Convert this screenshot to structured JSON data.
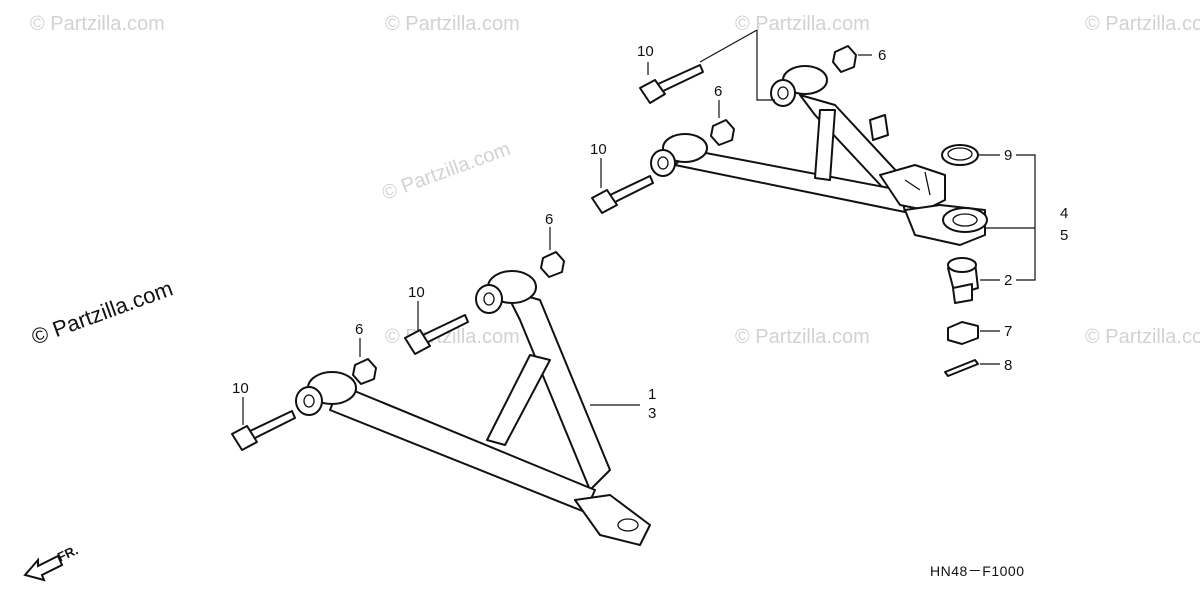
{
  "watermarks": [
    "© Partzilla.com",
    "© Partzilla.com",
    "© Partzilla.com",
    "© Partzilla.com",
    "© Partzilla.com",
    "© Partzilla.com",
    "© Partzilla.com",
    "© Partzilla.com"
  ],
  "main_watermark": "© Partzilla.com",
  "callouts": {
    "bolt_upper_rear": "10",
    "nut_upper_rear": "6",
    "nut_upper_front": "6",
    "bolt_upper_front": "10",
    "bolt_lower_rear": "10",
    "nut_lower_rear": "6",
    "nut_lower_front": "6",
    "bolt_lower_front": "10",
    "lower_arm_a": "1",
    "lower_arm_b": "3",
    "circlip": "9",
    "upper_arm_a": "4",
    "upper_arm_b": "5",
    "ball_joint": "2",
    "castle_nut": "7",
    "cotter_pin": "8"
  },
  "direction_label": "FR.",
  "diagram_code": "HN48－F1000"
}
